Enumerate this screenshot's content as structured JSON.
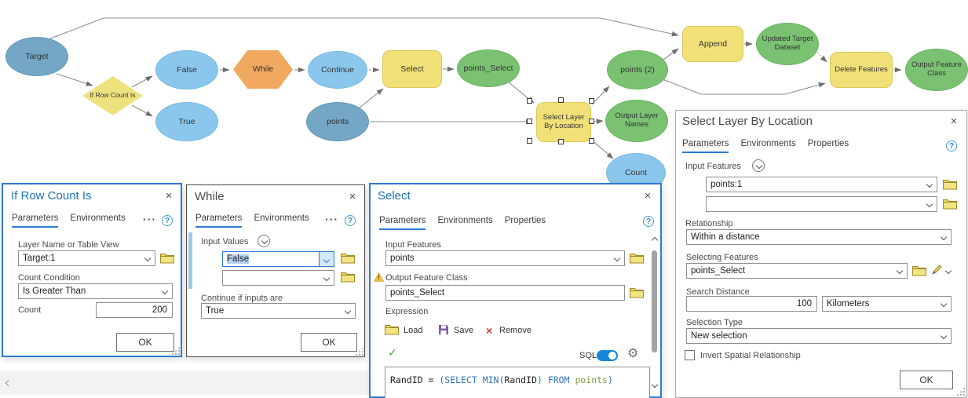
{
  "colors": {
    "accent": "#2B7CD3",
    "node_data_blue": "#74A7C6",
    "node_value_blue": "#8BC7ED",
    "node_output_green": "#7AC272",
    "node_tool_yellow": "#F1E078",
    "node_iterator_orange": "#F1A95F",
    "node_condition_yellow": "#EEE27E",
    "connector_gray": "#8C8C8C",
    "sql_toggle_on": "#1787D8"
  },
  "diagram": {
    "nodes": [
      {
        "id": "target",
        "label": "Target"
      },
      {
        "id": "if-row-count-is",
        "label": "If Row Count Is"
      },
      {
        "id": "false",
        "label": "False"
      },
      {
        "id": "true",
        "label": "True"
      },
      {
        "id": "while",
        "label": "While"
      },
      {
        "id": "continue",
        "label": "Continue"
      },
      {
        "id": "select",
        "label": "Select"
      },
      {
        "id": "points-select",
        "label": "points_Select"
      },
      {
        "id": "points",
        "label": "points"
      },
      {
        "id": "select-layer-by-location",
        "label": "Select Layer By Location"
      },
      {
        "id": "points-2",
        "label": "points (2)"
      },
      {
        "id": "output-layer-names",
        "label": "Output Layer Names"
      },
      {
        "id": "count",
        "label": "Count"
      },
      {
        "id": "append",
        "label": "Append"
      },
      {
        "id": "updated-target-dataset",
        "label": "Updated Target Dataset"
      },
      {
        "id": "delete-features",
        "label": "Delete Features"
      },
      {
        "id": "output-feature-class",
        "label": "Output Feature Class"
      }
    ]
  },
  "dialogs": {
    "if_row_count": {
      "title": "If Row Count Is",
      "tabs": [
        "Parameters",
        "Environments"
      ],
      "layer_label": "Layer Name or Table View",
      "layer_value": "Target:1",
      "condition_label": "Count Condition",
      "condition_value": "Is Greater Than",
      "count_label": "Count",
      "count_value": "200",
      "ok_label": "OK"
    },
    "while": {
      "title": "While",
      "tabs": [
        "Parameters",
        "Environments"
      ],
      "input_values_label": "Input Values",
      "value1": "False",
      "value2": "",
      "continue_label": "Continue if inputs are",
      "continue_value": "True",
      "ok_label": "OK"
    },
    "select": {
      "title": "Select",
      "tabs": [
        "Parameters",
        "Environments",
        "Properties"
      ],
      "input_features_label": "Input Features",
      "input_features_value": "points",
      "output_label": "Output Feature Class",
      "output_value": "points_Select",
      "expression_label": "Expression",
      "load_label": "Load",
      "save_label": "Save",
      "remove_label": "Remove",
      "sql_label": "SQL",
      "sql_expression": "RandID = (SELECT MIN(RandID) FROM points)",
      "sql_tokens": [
        {
          "text": "RandID = ",
          "color": "#1E1E1E"
        },
        {
          "text": "(SELECT MIN(",
          "color": "#2E75B6"
        },
        {
          "text": "RandID",
          "color": "#1E1E1E"
        },
        {
          "text": ") ",
          "color": "#2E75B6"
        },
        {
          "text": "FROM",
          "color": "#2E75B6"
        },
        {
          "text": " points",
          "color": "#76A03C"
        },
        {
          "text": ")",
          "color": "#2E75B6"
        }
      ]
    },
    "select_layer_by_location": {
      "title": "Select Layer By Location",
      "tabs": [
        "Parameters",
        "Environments",
        "Properties"
      ],
      "input_features_label": "Input Features",
      "input1": "points:1",
      "input2": "",
      "relationship_label": "Relationship",
      "relationship_value": "Within a distance",
      "selecting_label": "Selecting Features",
      "selecting_value": "points_Select",
      "search_label": "Search Distance",
      "search_value": "100",
      "search_unit": "Kilometers",
      "selection_type_label": "Selection Type",
      "selection_type_value": "New selection",
      "invert_label": "Invert Spatial Relationship",
      "ok_label": "OK"
    }
  }
}
